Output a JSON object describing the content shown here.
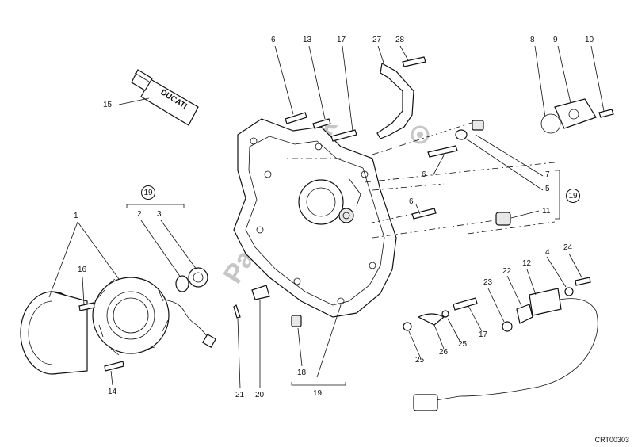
{
  "callouts": [
    {
      "id": "c-6a",
      "text": "6"
    },
    {
      "id": "c-13",
      "text": "13"
    },
    {
      "id": "c-17a",
      "text": "17"
    },
    {
      "id": "c-27",
      "text": "27"
    },
    {
      "id": "c-28",
      "text": "28"
    },
    {
      "id": "c-8",
      "text": "8"
    },
    {
      "id": "c-9",
      "text": "9"
    },
    {
      "id": "c-10",
      "text": "10"
    },
    {
      "id": "c-15",
      "text": "15"
    },
    {
      "id": "c-1",
      "text": "1"
    },
    {
      "id": "c-2",
      "text": "2"
    },
    {
      "id": "c-3",
      "text": "3"
    },
    {
      "id": "c-16",
      "text": "16"
    },
    {
      "id": "c-14",
      "text": "14"
    },
    {
      "id": "c-7",
      "text": "7"
    },
    {
      "id": "c-5",
      "text": "5"
    },
    {
      "id": "c-11",
      "text": "11"
    },
    {
      "id": "c-6b",
      "text": "6"
    },
    {
      "id": "c-6c",
      "text": "6"
    },
    {
      "id": "c-12",
      "text": "12"
    },
    {
      "id": "c-4",
      "text": "4"
    },
    {
      "id": "c-24",
      "text": "24"
    },
    {
      "id": "c-22",
      "text": "22"
    },
    {
      "id": "c-23",
      "text": "23"
    },
    {
      "id": "c-17b",
      "text": "17"
    },
    {
      "id": "c-25a",
      "text": "25"
    },
    {
      "id": "c-26",
      "text": "26"
    },
    {
      "id": "c-25b",
      "text": "25"
    },
    {
      "id": "c-18",
      "text": "18"
    },
    {
      "id": "c-21",
      "text": "21"
    },
    {
      "id": "c-20",
      "text": "20"
    },
    {
      "id": "c-19b",
      "text": "19"
    }
  ],
  "group_labels": {
    "kit_19_top": "19",
    "kit_19_right": "19"
  },
  "tube_brand": "DUCATI",
  "watermark": "Parts Republik",
  "drawing_code": "CRT00303"
}
